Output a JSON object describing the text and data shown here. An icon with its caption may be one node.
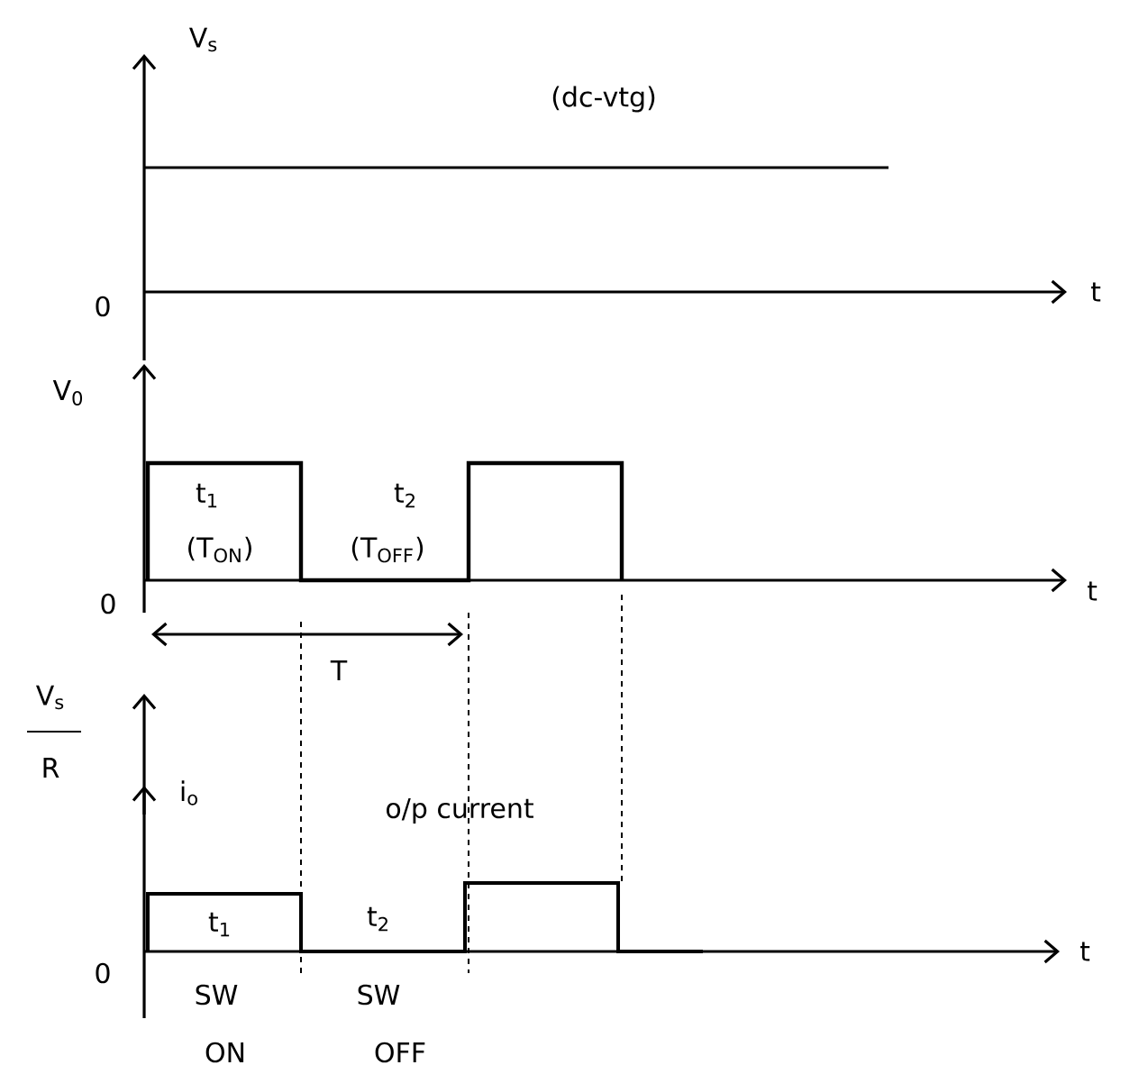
{
  "diagram": {
    "labels": [
      "V$_{s}$",
      "(dc-vtg)",
      "0",
      "t",
      "V$_{0}$",
      "t$_{1}$",
      "t$_{2}$",
      "(T$_{ON}$)",
      "(T$_{OFF}$)",
      "0",
      "t",
      "T",
      "V$_{s}$",
      "R",
      "i$_{o}$",
      "o/p current",
      "t$_{1}$",
      "t$_{2}$",
      "0",
      "t",
      "SW",
      "SW",
      "ON",
      "OFF"
    ]
  }
}
